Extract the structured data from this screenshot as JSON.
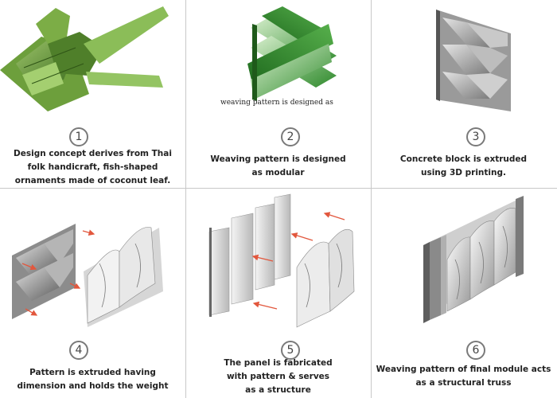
{
  "colors": {
    "leaf_green": "#4e8a2a",
    "weave_green": "#3f9a3a",
    "concrete": "#a8a8a8",
    "arrow": "#e2573d",
    "divider": "#c8c8c8"
  },
  "steps": [
    {
      "number": "1",
      "caption": [
        "Design concept derives from Thai",
        "folk handicraft, fish-shaped",
        "ornaments made of coconut leaf."
      ]
    },
    {
      "number": "2",
      "caption": [
        "Weaving pattern is designed",
        "as modular"
      ],
      "image_label": "weaving pattern is designed as"
    },
    {
      "number": "3",
      "caption": [
        "Concrete block is extruded",
        "using 3D printing."
      ]
    },
    {
      "number": "4",
      "caption": [
        "Pattern is extruded having",
        "dimension and holds the weight"
      ]
    },
    {
      "number": "5",
      "caption": [
        "The panel is fabricated",
        "with pattern & serves",
        "as a structure"
      ]
    },
    {
      "number": "6",
      "caption": [
        "Weaving pattern of final module acts",
        "as a structural truss"
      ]
    }
  ]
}
